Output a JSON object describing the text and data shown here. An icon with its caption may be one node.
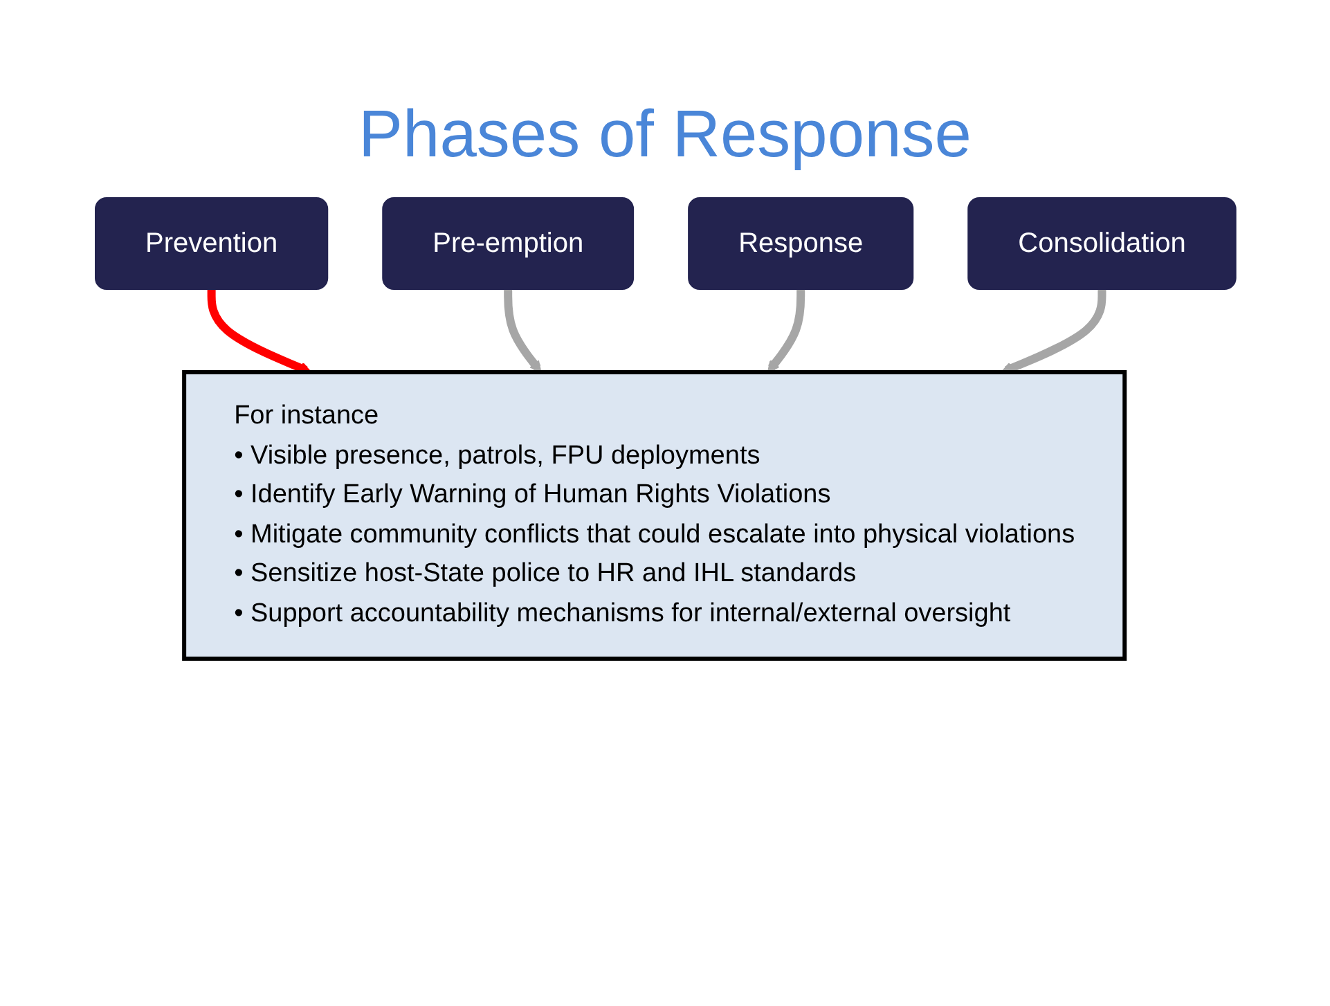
{
  "diagram": {
    "title": "Phases of Response",
    "nodes": [
      {
        "text": [
          "Prevention"
        ]
      },
      {
        "text": [
          "Pre-emption"
        ]
      },
      {
        "text": [
          "Response"
        ]
      },
      {
        "text": [
          "Consolidation"
        ]
      },
      {
        "text": [
          "For instance",
          "• Visible presence, patrols, FPU deployments",
          "• Identify Early Warning of Human Rights Violations",
          "• Mitigate community conflicts that could escalate into physical violations",
          "• Sensitize host-State police to HR and IHL standards",
          "• Support accountability mechanisms for internal/external oversight"
        ]
      }
    ],
    "edges": [
      {
        "from": 0,
        "to": 4,
        "arrow": "to",
        "color": "#ff0000"
      },
      {
        "from": 1,
        "to": 4,
        "arrow": "to"
      },
      {
        "from": 2,
        "to": 4,
        "arrow": "to"
      },
      {
        "from": 3,
        "to": 4,
        "arrow": "to"
      }
    ]
  }
}
